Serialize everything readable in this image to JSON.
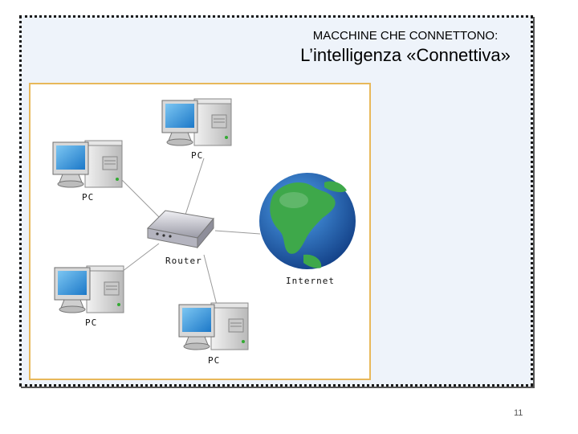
{
  "slide": {
    "subtitle": "MACCHINE CHE CONNETTONO:",
    "title": "L’intelligenza «Connettiva»",
    "page_number": "11"
  },
  "diagram": {
    "labels": {
      "pc_top": "PC",
      "pc_left": "PC",
      "pc_bottom_left": "PC",
      "pc_bottom": "PC",
      "router": "Router",
      "internet": "Internet"
    },
    "icons": [
      "pc-icon",
      "router-icon",
      "globe-icon"
    ],
    "colors": {
      "frame_border": "#e8b85a",
      "ocean": "#1e63b5",
      "land": "#3ea84a",
      "screen": "#3a9fe0"
    }
  }
}
